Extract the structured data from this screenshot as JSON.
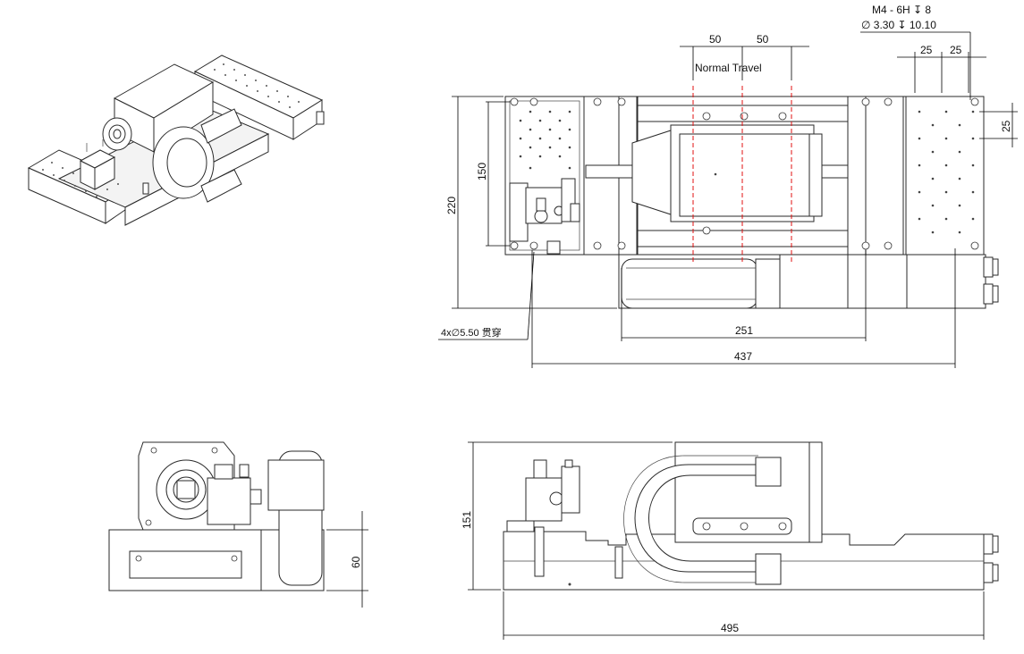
{
  "title": "",
  "top_view": {
    "dim_total_width": "437",
    "dim_mount_spacing": "251",
    "dim_height": "220",
    "dim_inner_height": "150",
    "dim_travel_left": "50",
    "dim_travel_right": "50",
    "travel_label": "Normal Travel",
    "dim_grid_x1": "25",
    "dim_grid_x2": "25",
    "dim_grid_y": "25",
    "thread_note_line1": "M4 - 6H ↧ 8",
    "thread_note_line2": "∅ 3.30 ↧ 10.10",
    "hole_note": "4x∅5.50 贯穿"
  },
  "front_view": {
    "dim_length": "495",
    "dim_height": "151"
  },
  "side_view": {
    "dim_base_height": "60"
  },
  "colors": {
    "line": "#2a2a2a",
    "travel_line": "#e01010",
    "background": "#ffffff"
  }
}
